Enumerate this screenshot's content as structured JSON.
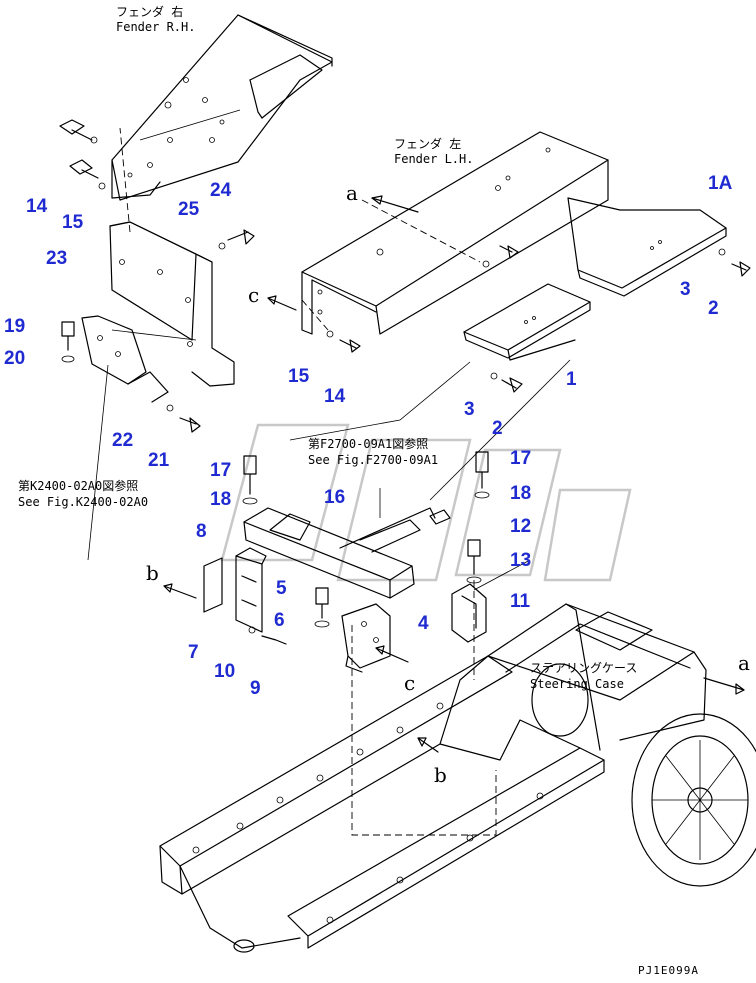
{
  "labels": {
    "fender_rh": {
      "jp": "フェンダ 右",
      "en": "Fender R.H."
    },
    "fender_lh": {
      "jp": "フェンダ 左",
      "en": "Fender L.H."
    },
    "steering_case": {
      "jp": "ステアリングケース",
      "en": "Steering Case"
    },
    "ref_f2700": {
      "jp": "第F2700-09A1図参照",
      "en": "See Fig.F2700-09A1"
    },
    "ref_k2400": {
      "jp": "第K2400-02A0図参照",
      "en": "See Fig.K2400-02A0"
    }
  },
  "view_letters": {
    "a1": "a",
    "a2": "a",
    "b1": "b",
    "b2": "b",
    "c1": "c",
    "c2": "c"
  },
  "callouts": {
    "p1A": "1A",
    "p1": "1",
    "p2a": "2",
    "p2b": "2",
    "p3a": "3",
    "p3b": "3",
    "p4": "4",
    "p5": "5",
    "p6": "6",
    "p7": "7",
    "p8": "8",
    "p9": "9",
    "p10": "10",
    "p11": "11",
    "p12": "12",
    "p13": "13",
    "p14a": "14",
    "p14b": "14",
    "p15a": "15",
    "p15b": "15",
    "p16": "16",
    "p17a": "17",
    "p17b": "17",
    "p18a": "18",
    "p18b": "18",
    "p19": "19",
    "p20": "20",
    "p21": "21",
    "p22": "22",
    "p23": "23",
    "p24": "24",
    "p25": "25"
  },
  "drawing_code": "PJ1E099A",
  "colors": {
    "callout": "#1f2bd0",
    "line": "#000000",
    "watermark": "#c8c8c8"
  }
}
